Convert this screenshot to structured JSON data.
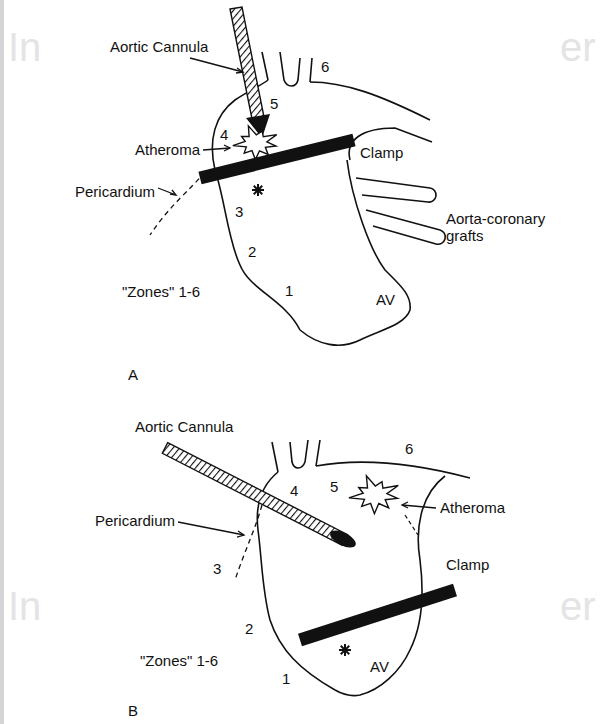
{
  "diagram": {
    "labels": [
      "Aortic Cannula",
      "Atheroma",
      "Clamp",
      "Pericardium",
      "Aorta-coronary grafts",
      "4",
      "5",
      "6",
      "3",
      "2",
      "1",
      "\"Zones\" 1-6",
      "AV",
      "A",
      "Aortic Cannula",
      "Atheroma",
      "Pericardium",
      "Clamp",
      "4",
      "5",
      "6",
      "3",
      "2",
      "\"Zones\" 1-6",
      "1",
      "AV",
      "B",
      "In",
      "er",
      "In",
      "er"
    ]
  }
}
